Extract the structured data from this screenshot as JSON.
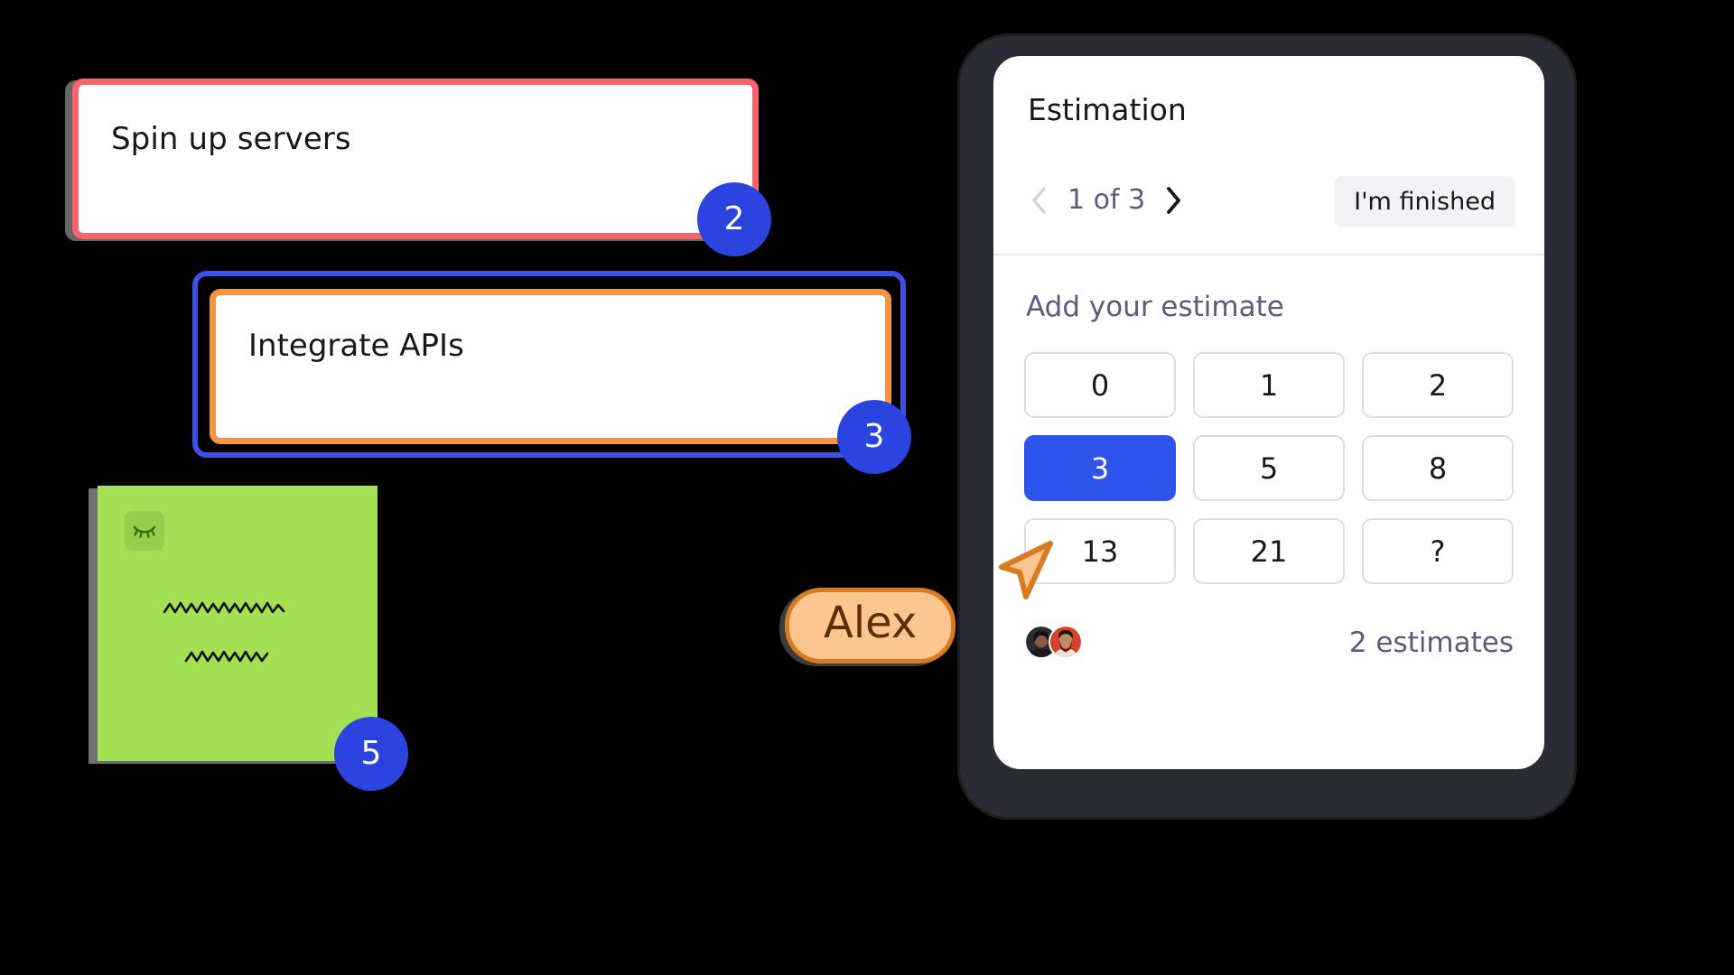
{
  "board": {
    "cards": [
      {
        "title": "Spin up servers",
        "badge": "2",
        "accent": "#f9636b",
        "state": "voted"
      },
      {
        "title": "Integrate APIs",
        "badge": "3",
        "accent": "#f79442",
        "ring": "#3b51e8",
        "state": "active"
      }
    ],
    "sticky_note": {
      "badge": "5",
      "color": "#a3e053",
      "icon": "eye-closed-icon",
      "icon_badge_color": "#94cf4c",
      "scribble_lines": 2
    }
  },
  "phone": {
    "panel": {
      "title": "Estimation",
      "pager": {
        "prev_icon": "chevron-left-icon",
        "next_icon": "chevron-right-icon",
        "label": "1 of 3",
        "current": 1,
        "total": 3,
        "prev_enabled": false,
        "next_enabled": true
      },
      "finish_button": "I'm finished",
      "section_label": "Add your estimate",
      "estimates": [
        {
          "value": "0",
          "selected": false
        },
        {
          "value": "1",
          "selected": false
        },
        {
          "value": "2",
          "selected": false
        },
        {
          "value": "3",
          "selected": true
        },
        {
          "value": "5",
          "selected": false
        },
        {
          "value": "8",
          "selected": false
        },
        {
          "value": "13",
          "selected": false
        },
        {
          "value": "21",
          "selected": false
        },
        {
          "value": "?",
          "selected": false
        }
      ],
      "footer": {
        "avatar_count": 2,
        "estimates_count_label": "2 estimates"
      }
    }
  },
  "cursor": {
    "name": "Alex",
    "pointer_icon": "cursor-arrow-icon",
    "fill": "#fac58f",
    "stroke": "#d97b1f",
    "text_color": "#5d2e06"
  },
  "colors": {
    "badge_blue": "#2b44e0",
    "selected_blue": "#2f54eb",
    "muted_text": "#5c5b7e",
    "card_red": "#f9636b",
    "card_orange": "#f79442",
    "selection_ring": "#3b51e8",
    "note_green": "#a3e053",
    "phone_frame": "#2b2b33"
  }
}
